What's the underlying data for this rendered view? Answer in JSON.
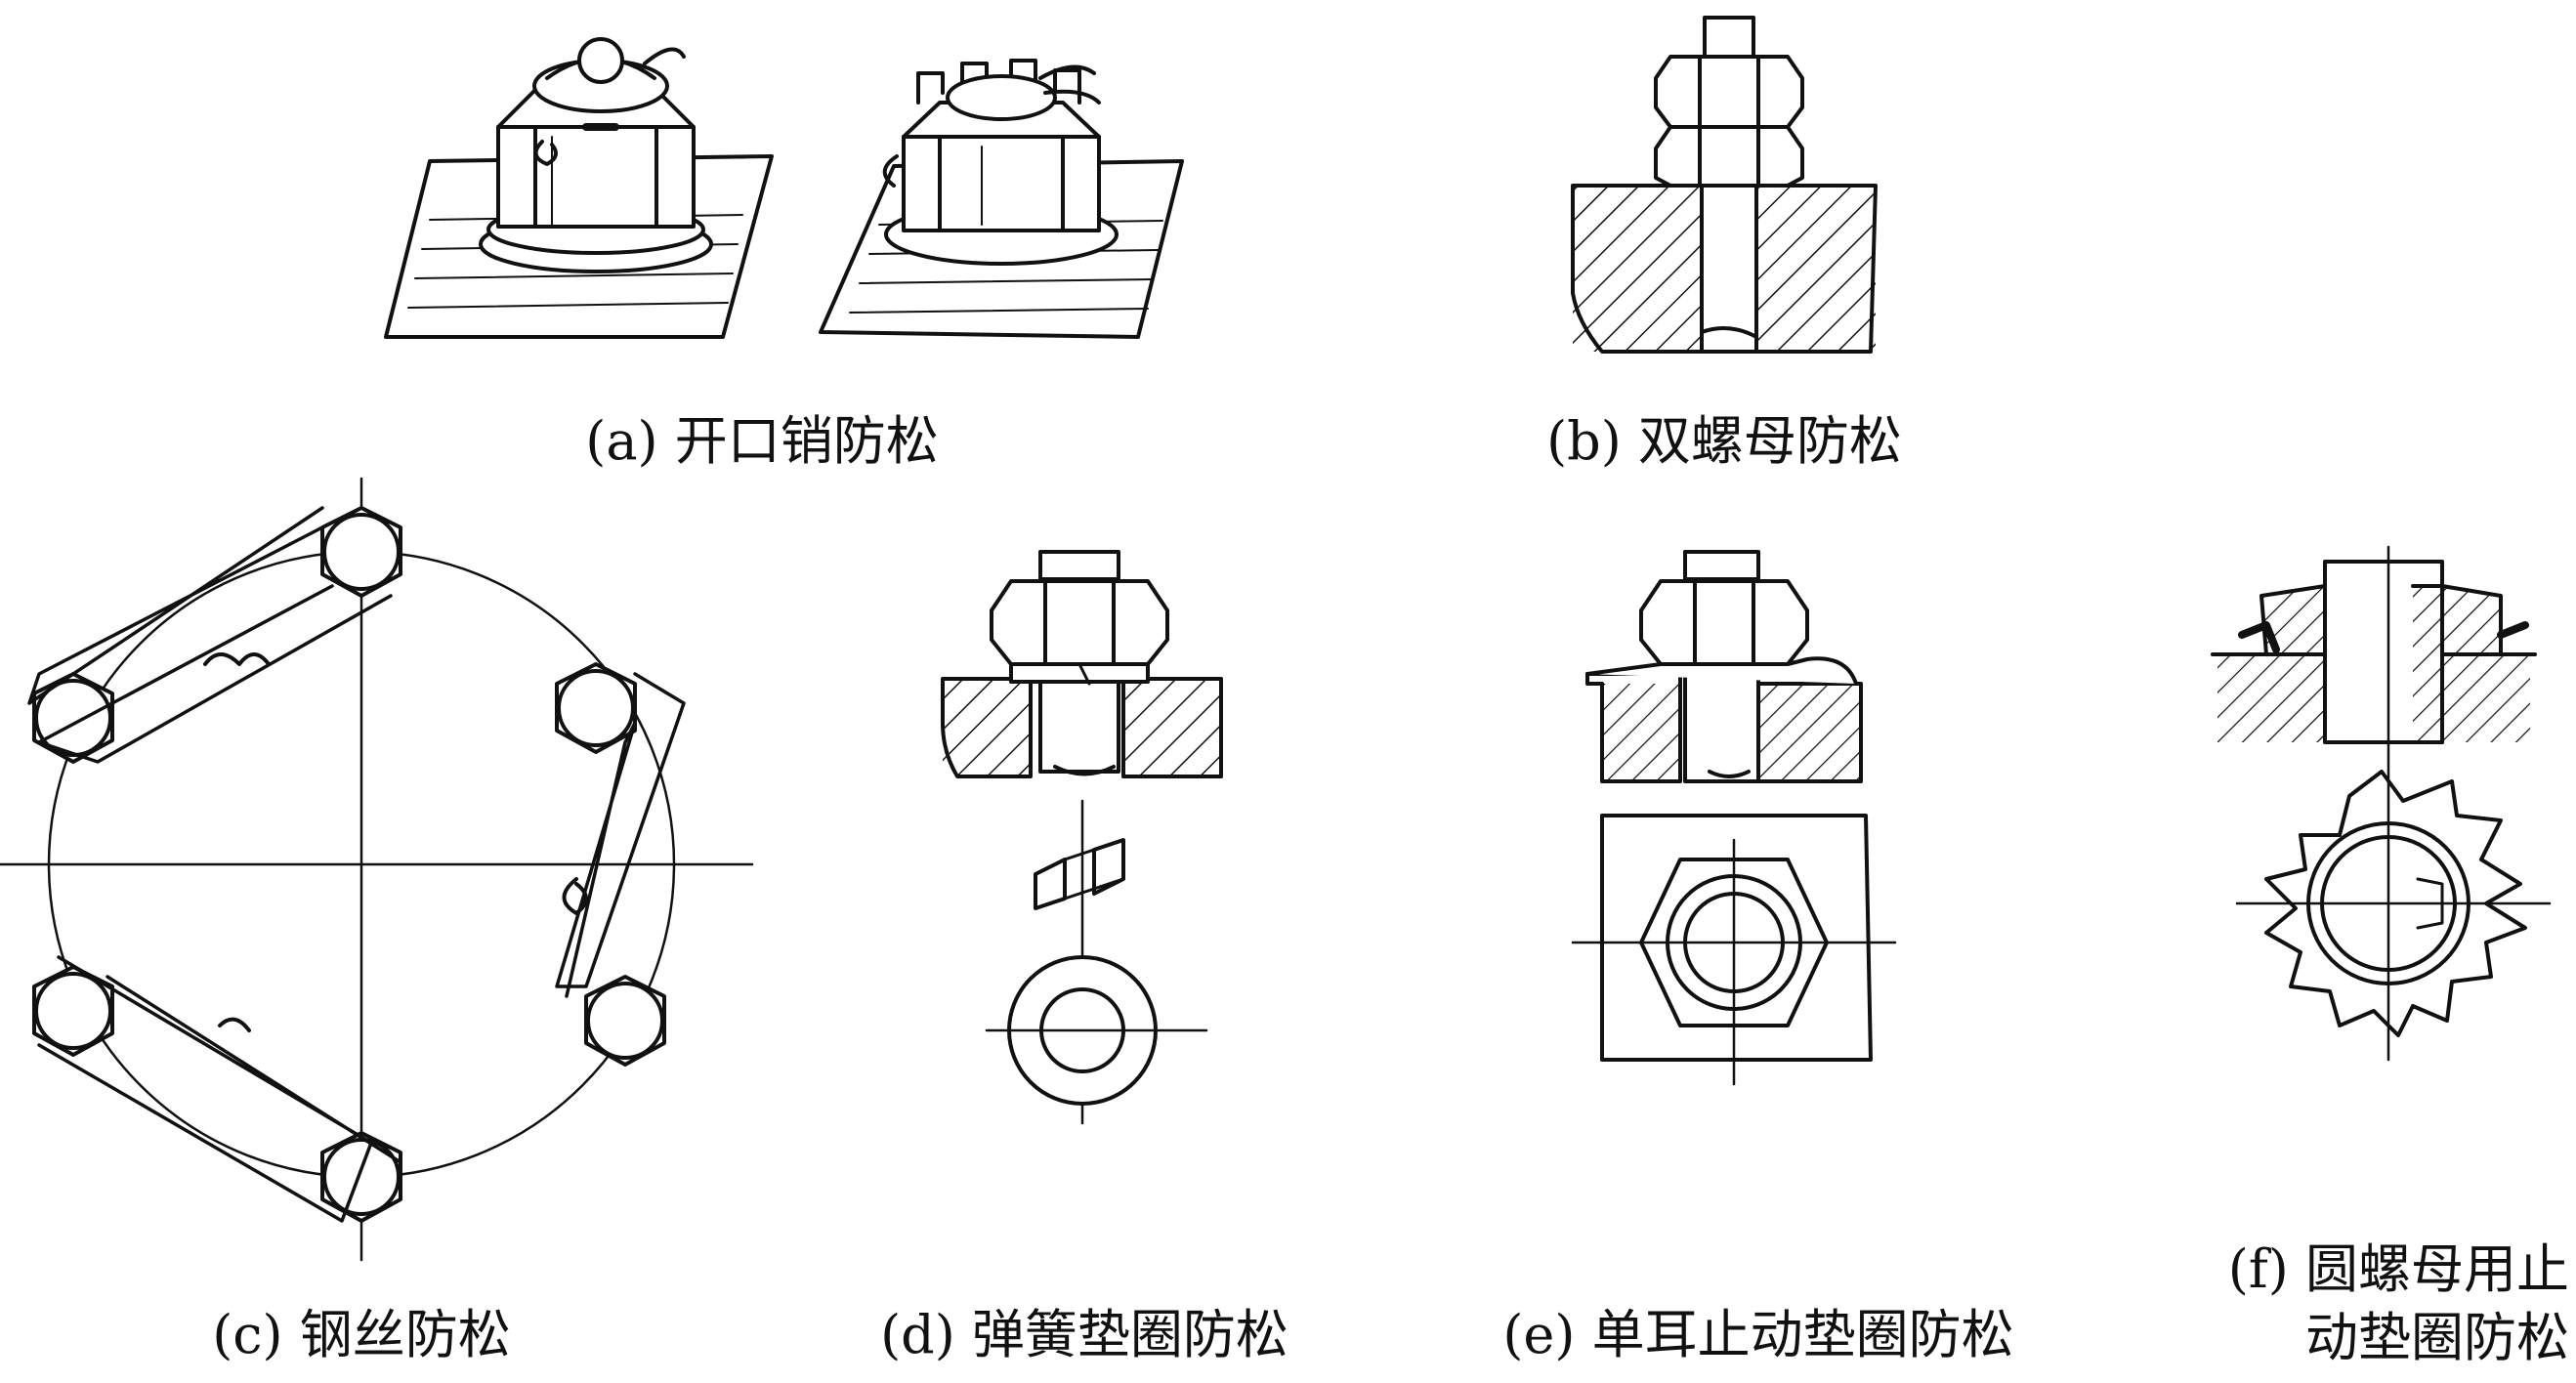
{
  "figures": [
    {
      "id": "a",
      "caption": "(a) 开口销防松"
    },
    {
      "id": "b",
      "caption": "(b) 双螺母防松"
    },
    {
      "id": "c",
      "caption": "(c) 钢丝防松"
    },
    {
      "id": "d",
      "caption": "(d) 弹簧垫圈防松"
    },
    {
      "id": "e",
      "caption": "(e) 单耳止动垫圈防松"
    },
    {
      "id": "f",
      "caption_line1": "(f) 圆螺母用止",
      "caption_line2": "动垫圈防松"
    }
  ],
  "colors": {
    "ink": "#111111",
    "background": "#ffffff"
  }
}
